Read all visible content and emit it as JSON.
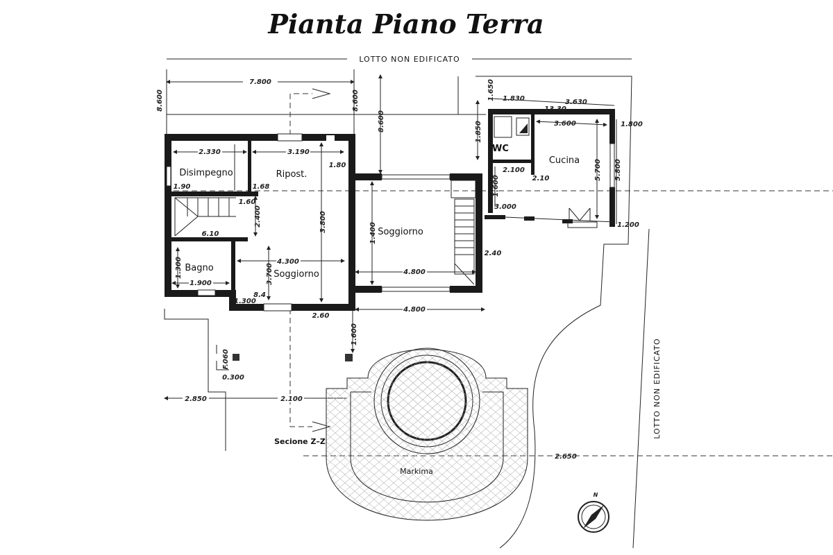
{
  "title": "Pianta Piano Terra",
  "boundary_labels": {
    "top": "LOTTO NON EDIFICATO",
    "right": "LOTTO NON EDIFICATO"
  },
  "rooms": {
    "disimpegno": "Disimpegno",
    "ripostiglio": "Ripost.",
    "soggiorno_1": "Soggiorno",
    "soggiorno_2": "Soggiorno",
    "bagno": "Bagno",
    "wc": "WC",
    "cucina": "Cucina",
    "pool": "Markima"
  },
  "section_label": "Secione Z–Z",
  "dimensions": {
    "top_width": "7.800",
    "left_height": "8.600",
    "right_height": "8.600",
    "mid_height": "8.600",
    "disimpegno_w": "2.330",
    "ripost_w": "3.190",
    "ripost_door": "1.80",
    "disimpegno_door": "1.90",
    "ripost_left": "1.68",
    "stair_w": "1.60",
    "stair_h": "2.400",
    "ripost_h": "3.800",
    "stair_b": "6.10",
    "soggiorno_w": "4.300",
    "soggiorno_h": "3.700",
    "bagno_h": "1.300",
    "bagno_w": "1.900",
    "misc_a": "8.4",
    "bottom_left": "1.300",
    "bottom_mid": "2.60",
    "sogg2_h": "1.400",
    "sogg2_w": "4.800",
    "stair2": "2.40",
    "below_w": "4.800",
    "pillar_h": "1.600",
    "kitchen_top_a": "1.830",
    "kitchen_top_b": "3.630",
    "kitchen_area": "13,30",
    "kitchen_w": "3.600",
    "kitchen_right_top": "1.800",
    "wc_h": "1.850",
    "top_small": "1.650",
    "hall_w": "2.100",
    "hall_door": "2.10",
    "hall_h": "1.600",
    "hall_bottom": "3.000",
    "kitchen_h": "5.700",
    "kitchen_outer_h": "5.800",
    "kitchen_right_bottom": "1.200",
    "garden_left": "2.850",
    "garden_mid": "2.100",
    "pillar_off": "0.300",
    "pillar_v": "F.060",
    "pool_right": "2.650"
  },
  "compass_label": "N"
}
